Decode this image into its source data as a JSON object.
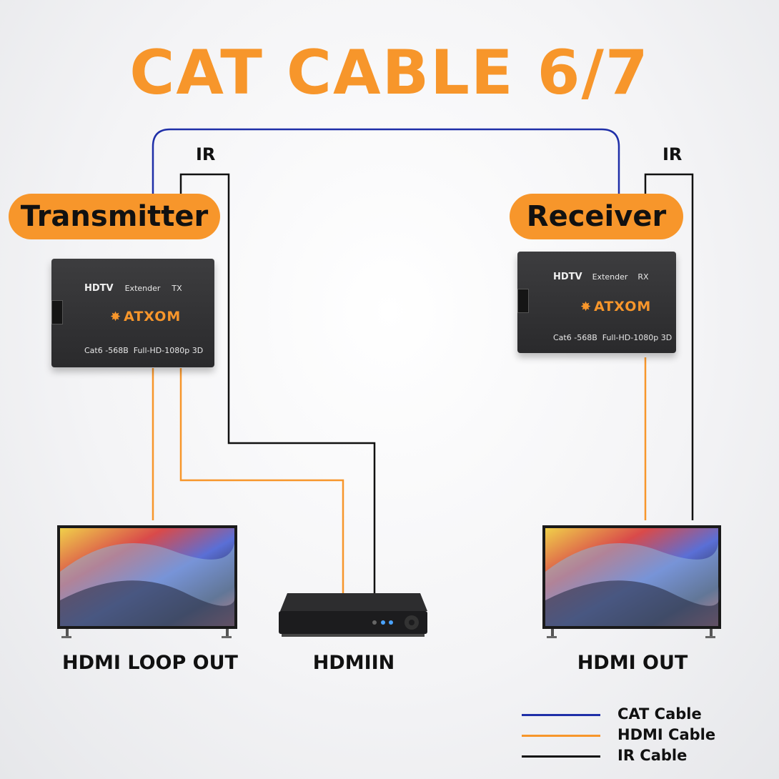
{
  "title": "CAT CABLE 6/7",
  "transmitter": {
    "label": "Transmitter",
    "ir_label": "IR",
    "device": {
      "hdtv": "HDTV",
      "extender": "Extender",
      "mode": "TX",
      "brand": "ATXOM",
      "spec": "Cat6 -568B  Full-HD-1080p 3D"
    }
  },
  "receiver": {
    "label": "Receiver",
    "ir_label": "IR",
    "device": {
      "hdtv": "HDTV",
      "extender": "Extender",
      "mode": "RX",
      "brand": "ATXOM",
      "spec": "Cat6 -568B  Full-HD-1080p 3D"
    }
  },
  "captions": {
    "loop_out": "HDMI LOOP OUT",
    "hdmi_in": "HDMIIN",
    "hdmi_out": "HDMI OUT"
  },
  "legend": [
    {
      "label": "CAT Cable",
      "color": "#1f2fa8"
    },
    {
      "label": "HDMI Cable",
      "color": "#f7962b"
    },
    {
      "label": "IR Cable",
      "color": "#111111"
    }
  ],
  "colors": {
    "cat": "#1f2fa8",
    "hdmi": "#f7962b",
    "ir": "#111111",
    "accent": "#f7962b"
  }
}
